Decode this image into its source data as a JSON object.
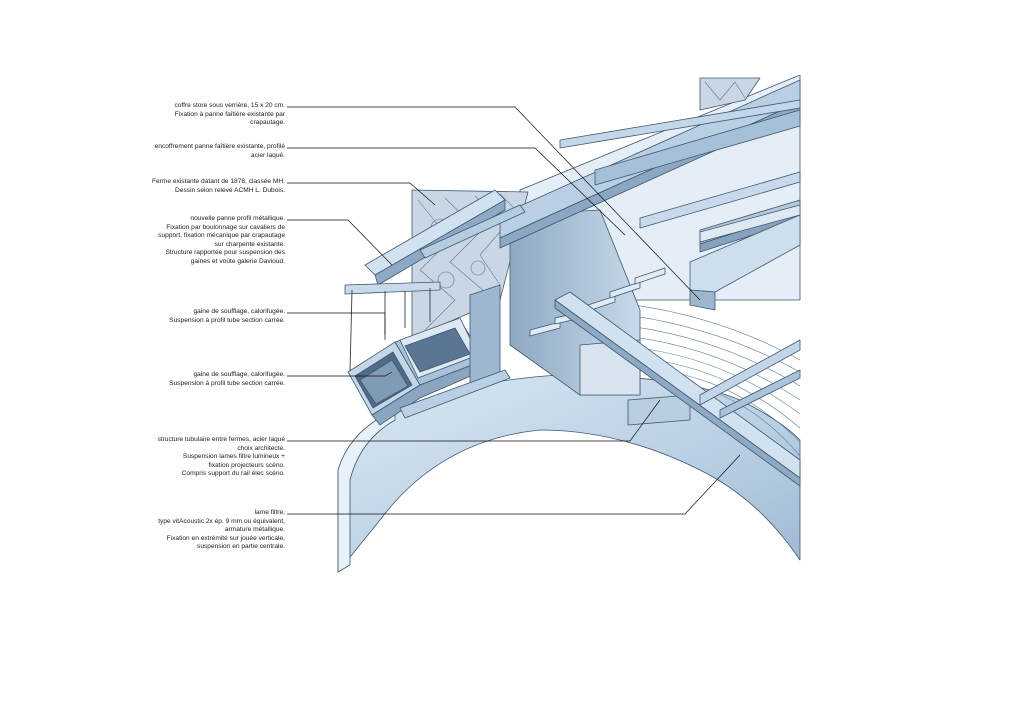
{
  "annotations": [
    {
      "id": "coffre-store",
      "lines": [
        "coffre store sous verrière, 15 x 20 cm.",
        "Fixation à panne faîtière existante par",
        "crapautage."
      ]
    },
    {
      "id": "encoffrement",
      "lines": [
        "encoffrement panne faîtière existante, profilé",
        "acier laqué."
      ]
    },
    {
      "id": "ferme-existante",
      "lines": [
        "Ferme existante datant de 1878, classée MH.",
        "Dessin selon relevé ACMH L. Dubois."
      ]
    },
    {
      "id": "nouvelle-panne",
      "lines": [
        "nouvelle panne profil métallique.",
        "Fixation par boulonnage sur cavaliers de",
        "support, fixation mécanique par crapautage",
        "sur charpente existante.",
        "Structure rapportée pour suspension des",
        "gaines et voûte galerie Davioud."
      ]
    },
    {
      "id": "gaine-1",
      "lines": [
        "gaine de soufflage, calorifugée.",
        "Suspension à profil tube section carrée."
      ]
    },
    {
      "id": "gaine-2",
      "lines": [
        "gaine de soufflage, calorifugée.",
        "Suspension à profil tube section carrée."
      ]
    },
    {
      "id": "structure-tubulaire",
      "lines": [
        "structure tubulaire entre fermes, acier laqué",
        "choix architecte.",
        "Suspension lames filtre lumineux +",
        "fixation projecteurs scéno.",
        "Compris support du rail élec scéno."
      ]
    },
    {
      "id": "lame-filtre",
      "lines": [
        "lame filtre,",
        "type vitAcoustic 2x ép. 9 mm ou équivalent,",
        "armature métallique.",
        "Fixation en extrémité sur jouée verticale,",
        "suspension en partie centrale."
      ]
    }
  ],
  "colors": {
    "steel_light": "#d6e6f3",
    "steel_mid": "#a9c3da",
    "steel_dark": "#6f8ba6",
    "outline": "#3f5870",
    "leader": "#111111"
  }
}
